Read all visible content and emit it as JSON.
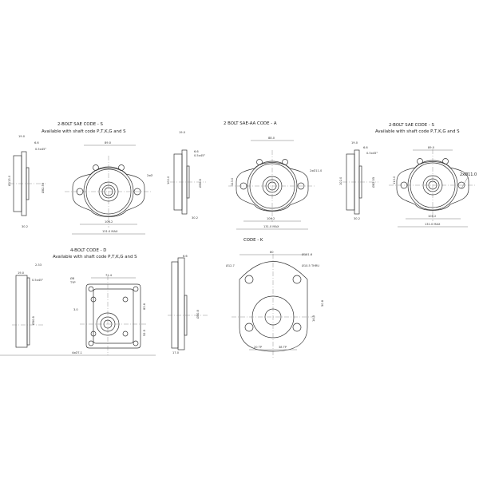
{
  "views": [
    {
      "title": "2-BOLT SAE     CODE - S",
      "subtitle": "Available with shaft code P,T,K,G and S",
      "dims": {
        "d1": "19.0",
        "d2": "6.6",
        "d3": "0.5x45°",
        "d4": "Ø113.0",
        "d5": "Ø82.55",
        "d6": "30.2",
        "d7": "89.0",
        "d8": "106.2",
        "d9": "131.0 MAX",
        "d10": "2xØ"
      }
    },
    {
      "title": "2 BOLT SAE-AA  CODE - A",
      "subtitle": "",
      "dims": {
        "d1": "19.0",
        "d2": "6.6",
        "d3": "0.5x45°",
        "d4": "102.0",
        "d5": "Ø50.8",
        "d6": "30.2",
        "d7": "88.0",
        "d8": "106.2",
        "d9": "131.0 MAX",
        "d10": "2xØ11.0",
        "d11": "113.0"
      }
    },
    {
      "title": "2-BOLT SAE     CODE - S",
      "subtitle": "Available with shaft code P,T,K,G and S",
      "dims": {
        "d1": "19.0",
        "d2": "6.6",
        "d3": "0.5x45°",
        "d4": "102.0",
        "d5": "Ø82.55",
        "d6": "30.2",
        "d7": "89.0",
        "d8": "106.2",
        "d9": "131.0 MAX",
        "d10": "2xØ11.0",
        "d11": "113.0"
      }
    },
    {
      "title": "4-BOLT        CODE - D",
      "subtitle": "Available with shaft code P,T,K,G and S",
      "dims": {
        "d1": "2.33",
        "d2": "19.0",
        "d3": "0.5x45°",
        "d4": "Ø50.8",
        "d5": "Ø8",
        "d6": "TYP",
        "d7": "71.4",
        "d8": "3.0",
        "d9": "83.6",
        "d10": "52.5",
        "d11": "4xØ7.1"
      }
    },
    {
      "title": "CODE - K",
      "subtitle": "",
      "dims": {
        "d1": "6.6",
        "d2": "Ø50.8",
        "d3": "17.0",
        "d4": "80",
        "d5": "Ø101.6",
        "d6": "Ø12.7",
        "d7": "Ø10.5 THRU",
        "d8": "50.8",
        "d9": "14.5",
        "d10": "20 TP",
        "d11": "38 TP"
      }
    }
  ]
}
